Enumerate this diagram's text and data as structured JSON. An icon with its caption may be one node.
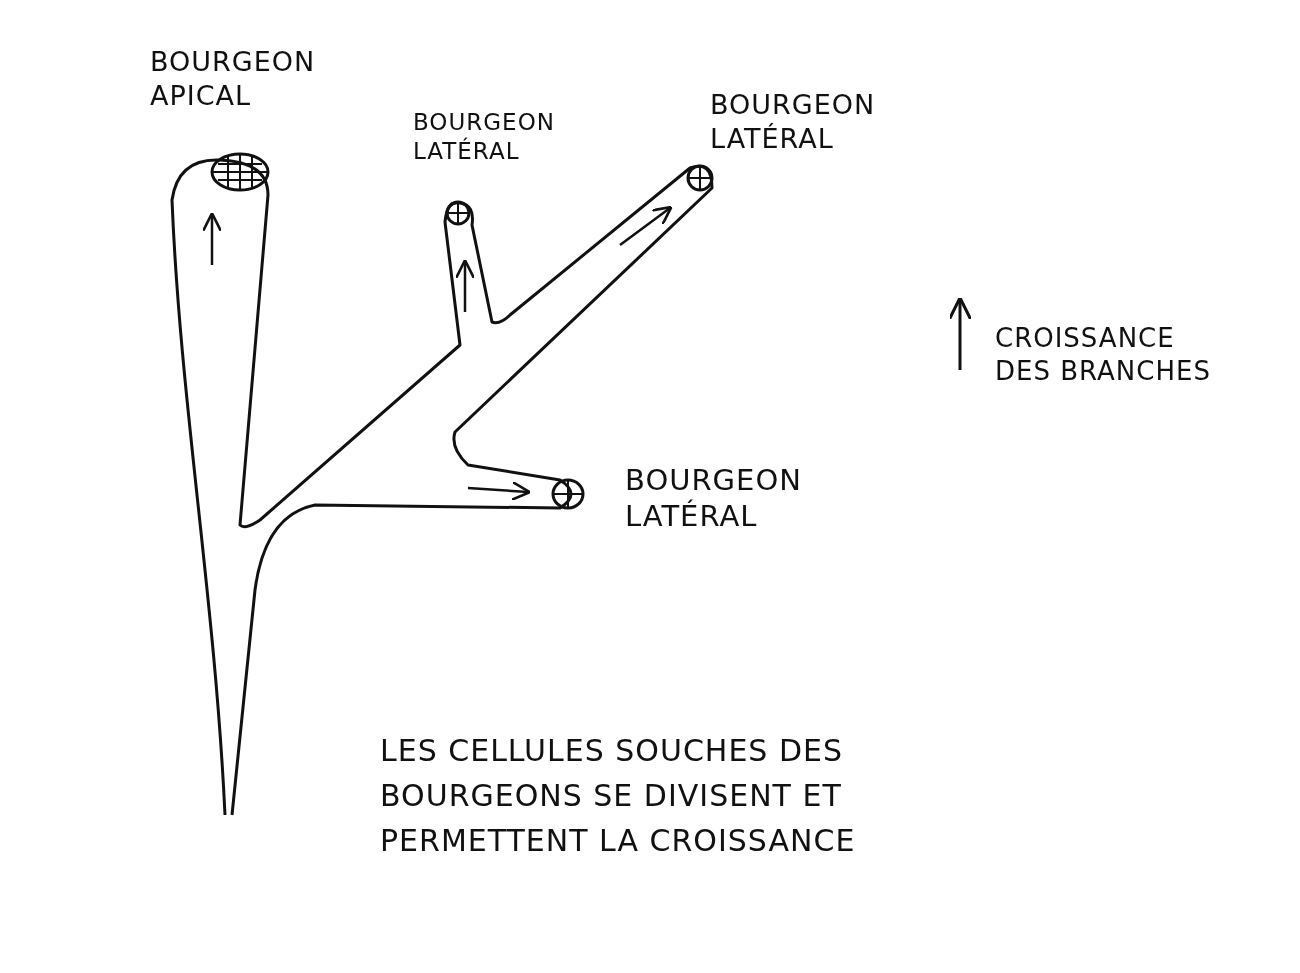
{
  "diagram": {
    "caption": "LES CELLULES SOUCHES DES BOURGEONS SE DIVISENT ET PERMETTENT LA CROISSANCE",
    "labels": [
      "BOURGEON APICAL",
      "BOURGEON LATÉRAL",
      "BOURGEON LATÉRAL",
      "BOURGEON LATÉRAL"
    ],
    "legend": [
      {
        "text": "CROISSANCE DES BRANCHES"
      }
    ]
  }
}
